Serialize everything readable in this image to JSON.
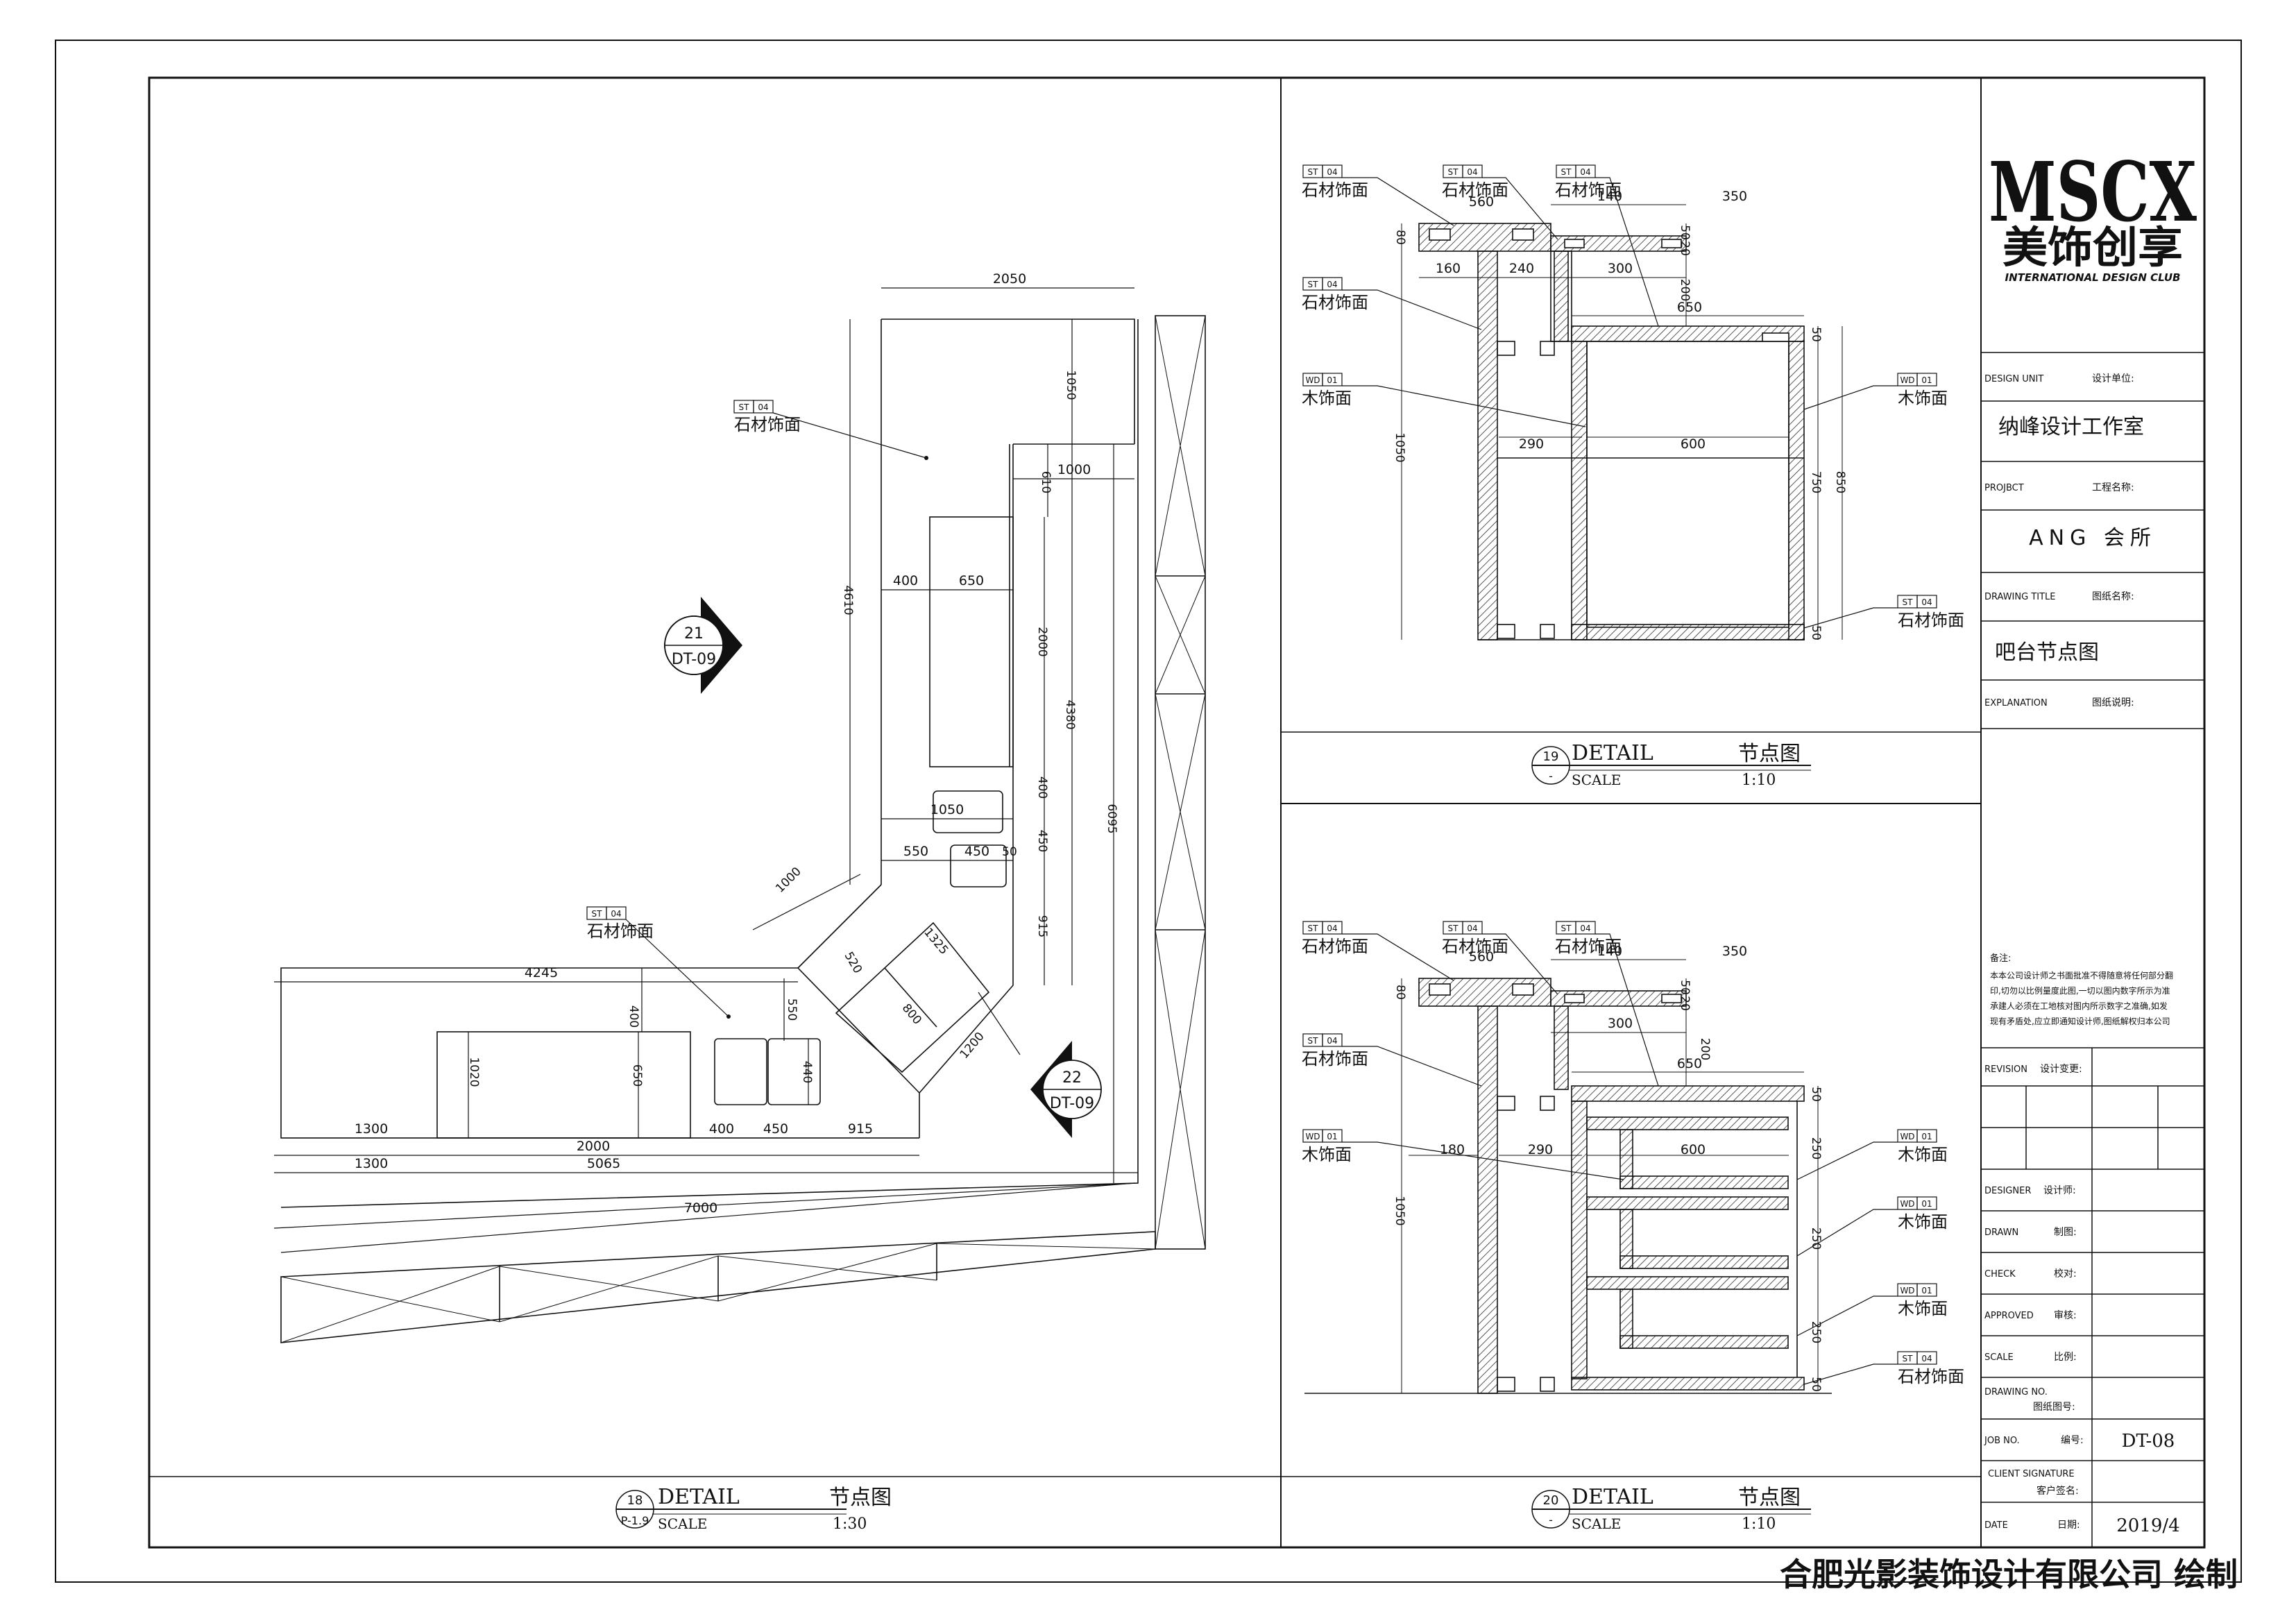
{
  "logo": {
    "mark": "MSCX",
    "cn": "美饰创享",
    "sub": "INTERNATIONAL DESIGN CLUB"
  },
  "title_block": {
    "design_unit_en": "DESIGN UNIT",
    "design_unit_cn": "设计单位:",
    "design_unit_value": "纳峰设计工作室",
    "project_en": "PROJBCT",
    "project_cn": "工程名称:",
    "project_value": "ANG 会所",
    "drawing_title_en": "DRAWING TITLE",
    "drawing_title_cn": "图纸名称:",
    "drawing_title_value": "吧台节点图",
    "explanation_en": "EXPLANATION",
    "explanation_cn": "图纸说明:",
    "notes_head": "备注:",
    "notes": [
      "本本公司设计师之书面批准不得随意将任何部分翻",
      "印,切勿以比例量度此图,一切以图内数字所示为准",
      "承建人必须在工地核对图内所示数字之准确,如发",
      "现有矛盾处,应立即通知设计师,图纸解权归本公司"
    ],
    "revision_en": "REVISION",
    "revision_cn": "设计变更:",
    "designer_en": "DESIGNER",
    "designer_cn": "设计师:",
    "drawn_en": "DRAWN",
    "drawn_cn": "制图:",
    "check_en": "CHECK",
    "check_cn": "校对:",
    "approved_en": "APPROVED",
    "approved_cn": "审核:",
    "scale_en": "SCALE",
    "scale_cn": "比例:",
    "drawing_no_en": "DRAWING NO.",
    "drawing_no_cn": "图纸图号:",
    "job_no_en": "JOB NO.",
    "job_no_cn": "编号:",
    "job_no_value": "DT-08",
    "client_en": "CLIENT SIGNATURE",
    "client_cn": "客户签名:",
    "date_en": "DATE",
    "date_cn": "日期:",
    "date_value": "2019/4"
  },
  "footer": "合肥光影装饰设计有限公司 绘制",
  "details": [
    {
      "num": "18",
      "ref": "P-1.9",
      "title_en": "DETAIL",
      "title_cn": "节点图",
      "scale_label": "SCALE",
      "scale_value": "1:30"
    },
    {
      "num": "19",
      "ref": "-",
      "title_en": "DETAIL",
      "title_cn": "节点图",
      "scale_label": "SCALE",
      "scale_value": "1:10"
    },
    {
      "num": "20",
      "ref": "-",
      "title_en": "DETAIL",
      "title_cn": "节点图",
      "scale_label": "SCALE",
      "scale_value": "1:10"
    }
  ],
  "tags": {
    "stone_code": "ST",
    "stone_num": "04",
    "stone_label": "石材饰面",
    "wood_code": "WD",
    "wood_num": "01",
    "wood_label": "木饰面"
  },
  "section_marks": [
    {
      "num": "21",
      "ref": "DT-09"
    },
    {
      "num": "22",
      "ref": "DT-09"
    }
  ],
  "plan_dims": {
    "d2050": "2050",
    "d1050a": "1050",
    "d1000a": "1000",
    "d610": "610",
    "d4610": "4610",
    "d400a": "400",
    "d650a": "650",
    "d2000a": "2000",
    "d4380": "4380",
    "d6095": "6095",
    "d1050b": "1050",
    "d550a": "550",
    "d450a": "450",
    "d50a": "50",
    "d400b": "400",
    "d450b": "450",
    "d915a": "915",
    "d1000b": "1000",
    "d4245": "4245",
    "d520": "520",
    "d1325": "1325",
    "d800": "800",
    "d1200": "1200",
    "d550b": "550",
    "d400c": "400",
    "d1020": "1020",
    "d650b": "650",
    "d440": "440",
    "d1300a": "1300",
    "d2000b": "2000",
    "d400d": "400",
    "d450c": "450",
    "d915b": "915",
    "d1300b": "1300",
    "d5065": "5065",
    "d7000": "7000"
  },
  "sec19_dims": {
    "d560": "560",
    "d140": "140",
    "d350": "350",
    "d80": "80",
    "d50": "50",
    "d20": "20",
    "d160": "160",
    "d240": "240",
    "d300": "300",
    "d200": "200",
    "d650": "650",
    "d1050": "1050",
    "d290": "290",
    "d600": "600",
    "d750": "750",
    "d850": "850",
    "d50b": "50",
    "d50c": "50"
  },
  "sec20_dims": {
    "d560": "560",
    "d140": "140",
    "d350": "350",
    "d80": "80",
    "d50": "50",
    "d20": "20",
    "d300": "300",
    "d200": "200",
    "d650": "650",
    "d180": "180",
    "d290": "290",
    "d600": "600",
    "d1050": "1050",
    "d50b": "50",
    "d250a": "250",
    "d250b": "250",
    "d250c": "250",
    "d50c": "50"
  }
}
